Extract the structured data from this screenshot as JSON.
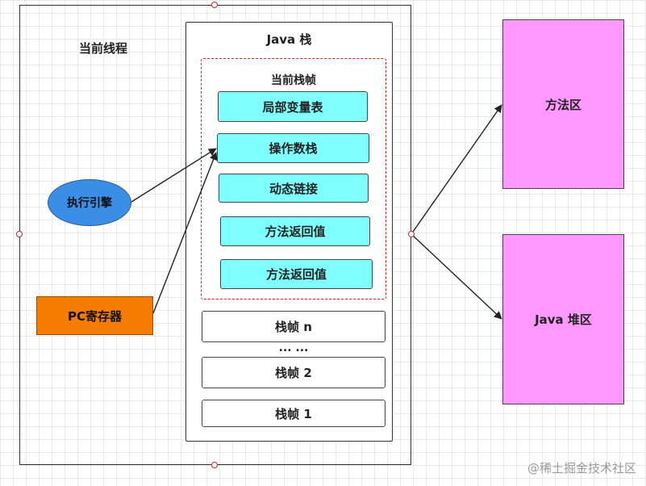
{
  "thread": {
    "label": "当前线程"
  },
  "java_stack": {
    "label": "Java 栈",
    "current_frame": {
      "label": "当前栈帧",
      "items": [
        "局部变量表",
        "操作数栈",
        "动态链接",
        "方法返回值",
        "方法返回值"
      ]
    },
    "frames": [
      "栈帧 n",
      "栈帧 2",
      "栈帧 1"
    ],
    "ellipsis": "... ..."
  },
  "execution_engine": {
    "label": "执行引擎",
    "color": "#3a8ee6"
  },
  "pc_register": {
    "label": "PC寄存器",
    "color": "#f57c00"
  },
  "method_area": {
    "label": "方法区",
    "color": "#ff99ff"
  },
  "heap": {
    "label": "Java 堆区",
    "color": "#ff99ff"
  },
  "watermark": "@稀土掘金技术社区"
}
